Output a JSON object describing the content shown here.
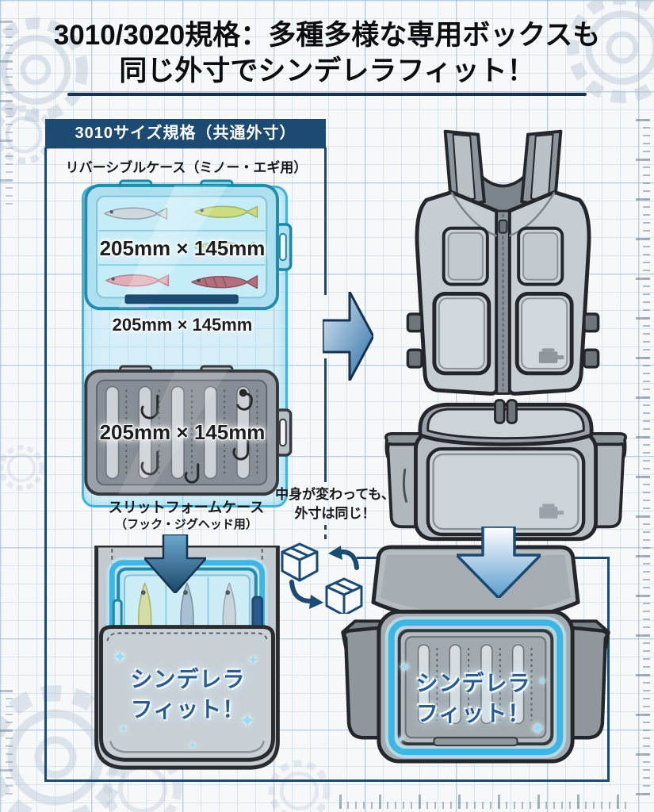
{
  "title": {
    "line1": "3010/3020規格：多種多様な専用ボックスも",
    "line2": "同じ外寸でシンデレラフィット！"
  },
  "panel": {
    "header": "3010サイズ規格（共通外寸）",
    "reversible_label": "リバーシブルケース（ミノー・エギ用）",
    "dim_case1": "205mm × 145mm",
    "dim_between": "205mm × 145mm",
    "dim_case2": "205mm × 145mm",
    "slitfoam_label_line1": "スリットフォームケース",
    "slitfoam_label_line2": "（フック・ジグヘッド用）"
  },
  "note": {
    "line1": "中身が変わっても、",
    "line2": "外寸は同じ！"
  },
  "fit": {
    "line1": "シンデレラ",
    "line2": "フィット！"
  },
  "icons": {
    "sparkle": "✦",
    "right_arrow": "right-arrow",
    "down_arrow": "down-arrow",
    "swap_boxes": "swap-boxes"
  },
  "colors": {
    "navy": "#1d4a70",
    "line_navy": "#16324e",
    "case_cyan": "#3db6e4",
    "glow_cyan": "#bfe9f6",
    "fit_text": "#2b5b8e",
    "arrow_blue": "#2e6ea6"
  }
}
